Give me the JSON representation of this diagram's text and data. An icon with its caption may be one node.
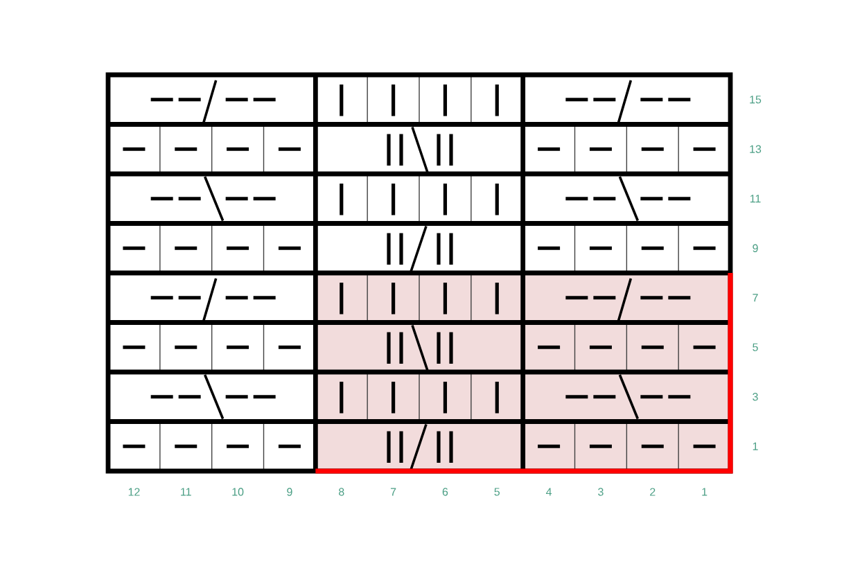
{
  "diagram": {
    "labels": [
      "15",
      "13",
      "11",
      "9",
      "7",
      "5",
      "3",
      "1",
      "12",
      "11",
      "10",
      "9",
      "8",
      "7",
      "6",
      "5",
      "4",
      "3",
      "2",
      "1"
    ]
  }
}
